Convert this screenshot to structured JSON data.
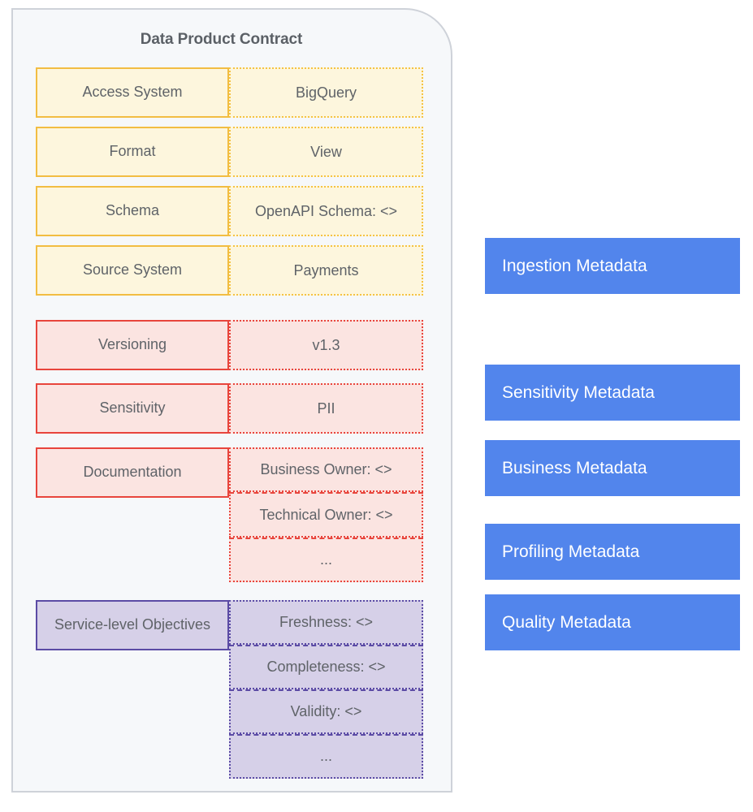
{
  "card": {
    "title": "Data Product Contract",
    "background": "#f6f8fa",
    "border_color": "#ced2d9"
  },
  "groups": [
    {
      "id": "ingestion",
      "accent": "#f2bd42",
      "fill": "#fdf6dd",
      "rows": [
        {
          "key": "Access System",
          "values": [
            "BigQuery"
          ]
        },
        {
          "key": "Format",
          "values": [
            "View"
          ]
        },
        {
          "key": "Schema",
          "values": [
            "OpenAPI Schema: <>"
          ]
        },
        {
          "key": "Source System",
          "values": [
            "Payments"
          ]
        }
      ]
    },
    {
      "id": "sensitivity",
      "accent": "#e8453c",
      "fill": "#fbe4e1",
      "rows": [
        {
          "key": "Versioning",
          "values": [
            "v1.3"
          ]
        },
        {
          "key": "Sensitivity",
          "values": [
            "PII"
          ]
        }
      ]
    },
    {
      "id": "business",
      "accent": "#e8453c",
      "fill": "#fbe4e1",
      "rows": [
        {
          "key": "Documentation",
          "values": [
            "Business Owner: <>",
            "Technical Owner: <>",
            "..."
          ]
        }
      ]
    },
    {
      "id": "slo",
      "accent": "#5b4ba5",
      "fill": "#d6d0e8",
      "rows": [
        {
          "key": "Service-level Objectives",
          "values": [
            "Freshness: <>",
            "Completeness: <>",
            "Validity: <>",
            "..."
          ]
        }
      ]
    }
  ],
  "legend": {
    "color": "#5285ec",
    "text_color": "#ffffff",
    "blocks": [
      {
        "label": "Ingestion Metadata"
      },
      {
        "label": "Sensitivity Metadata"
      },
      {
        "label": "Business Metadata"
      },
      {
        "label": "Profiling Metadata"
      },
      {
        "label": "Quality Metadata"
      }
    ]
  }
}
